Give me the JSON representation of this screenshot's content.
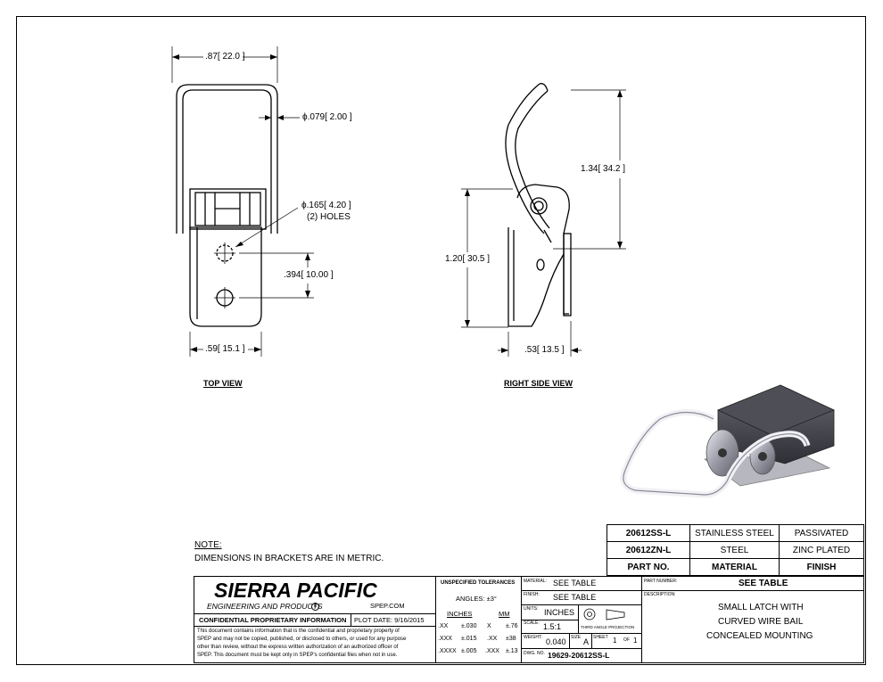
{
  "dimensions": {
    "width_top": ".87",
    "width_top_mm": "22.0",
    "wire_dia": ".079",
    "wire_dia_mm": "2.00",
    "hole_dia": ".165",
    "hole_dia_mm": "4.20",
    "holes_note": "(2) HOLES",
    "hole_spacing": ".394",
    "hole_spacing_mm": "10.00",
    "base_width": ".59",
    "base_width_mm": "15.1",
    "height_total": "1.34",
    "height_total_mm": "34.2",
    "height_base": "1.20",
    "height_base_mm": "30.5",
    "depth": ".53",
    "depth_mm": "13.5",
    "diameter_symbol": "ϕ"
  },
  "views": {
    "top": "TOP VIEW",
    "right_side": "RIGHT SIDE VIEW"
  },
  "note": {
    "title": "NOTE:",
    "text": "DIMENSIONS IN BRACKETS ARE IN METRIC."
  },
  "parts_table": {
    "rows": [
      [
        "20612SS-L",
        "STAINLESS STEEL",
        "PASSIVATED"
      ],
      [
        "20612ZN-L",
        "STEEL",
        "ZINC PLATED"
      ]
    ],
    "headers": [
      "PART NO.",
      "MATERIAL",
      "FINISH"
    ]
  },
  "title_block": {
    "company": "SIERRA PACIFIC",
    "company_sub": "ENGINEERING AND PRODUCTS",
    "registered": "R",
    "website": "SPEP.COM",
    "confidential": "CONFIDENTIAL PROPRIETARY INFORMATION",
    "plot_date": "PLOT DATE: 9/16/2015",
    "disclaimer_lines": [
      "This document contains information that is the confidential and proprietary property of",
      "SPEP and may not be copied, published, or disclosed to others, or used for any purpose",
      "other than review, without the express written authorization of an authorized officer of",
      "SPEP. This document must be kept only in SPEP's confidential files when not in use."
    ],
    "tolerances_title": "UNSPECIFIED TOLERANCES",
    "angles": "ANGLES: ±3°",
    "inches_label": "INCHES",
    "mm_label": "MM",
    "tol_rows": [
      [
        ".XX",
        "±.030",
        "X",
        "±.76"
      ],
      [
        ".XXX",
        "±.015",
        ".XX",
        "±38"
      ],
      [
        ".XXXX",
        "±.005",
        ".XXX",
        "±.13"
      ]
    ],
    "material_label": "MATERIAL:",
    "material_value": "SEE TABLE",
    "finish_label": "FINISH:",
    "finish_value": "SEE TABLE",
    "units_label": "UNITS:",
    "units_value": "INCHES",
    "projection_label": "THIRD ANGLE PROJECTION",
    "scale_label": "SCALE:",
    "scale_value": "1.5:1",
    "weight_label": "WEIGHT:",
    "weight_value": "0.040",
    "size_label": "SIZE",
    "size_value": "A",
    "sheet_label": "SHEET",
    "sheet_value": "1",
    "of_label": "OF",
    "of_value": "1",
    "dwg_label": "DWG. NO.",
    "dwg_value": "19629-20612SS-L",
    "part_number_label": "PART NUMBER:",
    "part_number_value": "SEE TABLE",
    "description_label": "DESCRIPTION:",
    "description_lines": [
      "SMALL LATCH WITH",
      "CURVED WIRE BAIL",
      "CONCEALED MOUNTING"
    ]
  }
}
